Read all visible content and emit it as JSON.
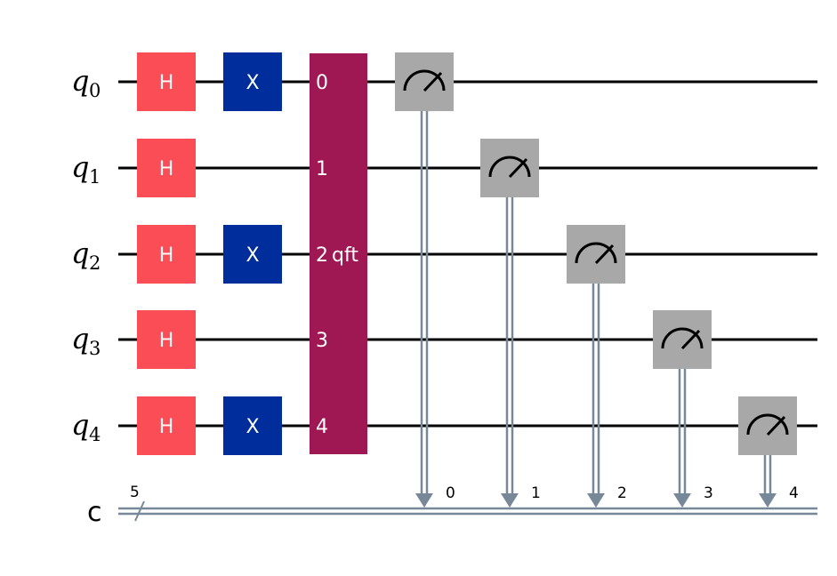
{
  "colors": {
    "h_gate": "#FA4D56",
    "x_gate": "#002D9C",
    "qft_gate": "#9F1853",
    "measure_gate": "#A8A8A8",
    "classical_wire": "#778899",
    "quantum_wire": "#000000"
  },
  "qubits": [
    {
      "label": "q",
      "index": "0"
    },
    {
      "label": "q",
      "index": "1"
    },
    {
      "label": "q",
      "index": "2"
    },
    {
      "label": "q",
      "index": "3"
    },
    {
      "label": "q",
      "index": "4"
    }
  ],
  "classical_register": {
    "label": "c",
    "size": "5"
  },
  "h_gates": [
    {
      "label": "H",
      "qubit": 0
    },
    {
      "label": "H",
      "qubit": 1
    },
    {
      "label": "H",
      "qubit": 2
    },
    {
      "label": "H",
      "qubit": 3
    },
    {
      "label": "H",
      "qubit": 4
    }
  ],
  "x_gates": [
    {
      "label": "X",
      "qubit": 0
    },
    {
      "label": "X",
      "qubit": 2
    },
    {
      "label": "X",
      "qubit": 4
    }
  ],
  "qft_gate": {
    "label": "qft",
    "qubit_labels": [
      "0",
      "1",
      "2",
      "3",
      "4"
    ]
  },
  "measurements": [
    {
      "qubit": 0,
      "clbit": "0"
    },
    {
      "qubit": 1,
      "clbit": "1"
    },
    {
      "qubit": 2,
      "clbit": "2"
    },
    {
      "qubit": 3,
      "clbit": "3"
    },
    {
      "qubit": 4,
      "clbit": "4"
    }
  ]
}
